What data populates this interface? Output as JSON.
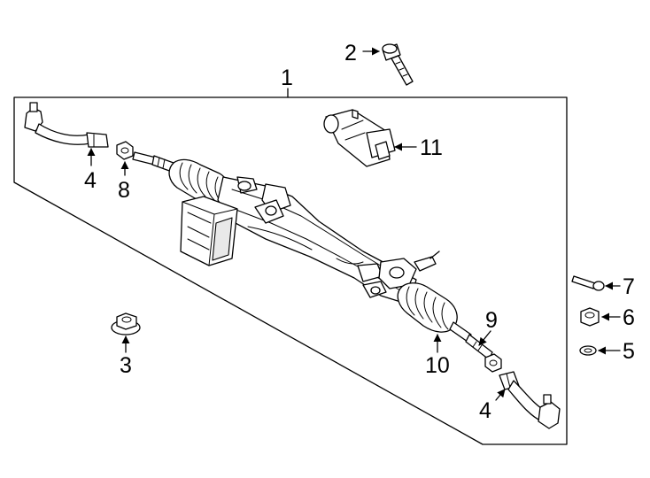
{
  "callouts": {
    "c1": "1",
    "c2": "2",
    "c3": "3",
    "c4_left": "4",
    "c4_right": "4",
    "c5": "5",
    "c6": "6",
    "c7": "7",
    "c8": "8",
    "c9": "9",
    "c10": "10",
    "c11": "11"
  }
}
